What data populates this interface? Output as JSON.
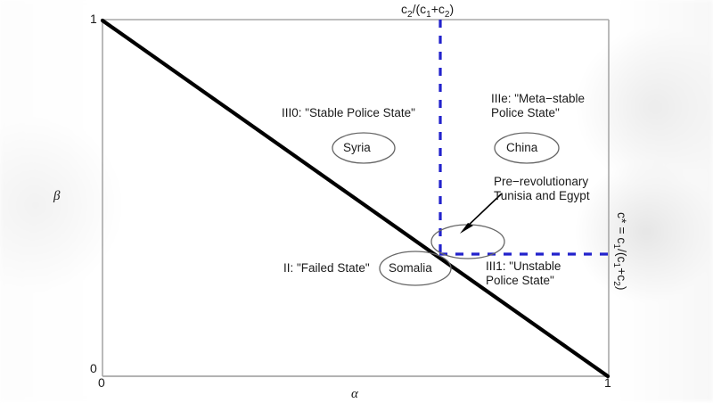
{
  "figure": {
    "type": "phase-diagram",
    "axes": {
      "x_label": "α",
      "y_label": "β",
      "x_ticks": [
        "0",
        "1"
      ],
      "y_ticks": [
        "0",
        "1"
      ],
      "x_range": [
        0,
        1
      ],
      "y_range": [
        0,
        1
      ]
    },
    "top_annotation": {
      "base1": "c",
      "sub1": "2",
      "mid": "/(c",
      "sub2": "1",
      "plus": "+c",
      "sub3": "2",
      "close": ")",
      "plain": "c2/(c1+c2)"
    },
    "right_annotation": {
      "plain": "c* = c1/(c1+c2)",
      "p1": "c* = c",
      "s1": "1",
      "p2": "/(c",
      "s2": "1",
      "p3": "+c",
      "s3": "2",
      "p4": ")"
    },
    "regions": [
      {
        "id": "III0",
        "label": "III0: \"Stable Police State\""
      },
      {
        "id": "IIIe",
        "line1": "IIIe: \"Meta−stable",
        "line2": "Police State\""
      },
      {
        "id": "II",
        "label": "II: \"Failed State\""
      },
      {
        "id": "III1",
        "line1": "III1: \"Unstable",
        "line2": "Police State\""
      }
    ],
    "ellipses": [
      {
        "name": "syria",
        "label": "Syria"
      },
      {
        "name": "china",
        "label": "China"
      },
      {
        "name": "somalia",
        "label": "Somalia"
      },
      {
        "name": "tunisia-egypt",
        "label": ""
      }
    ],
    "callout": {
      "line1": "Pre−revolutionary",
      "line2": "Tunisia and Egypt"
    },
    "colors": {
      "dashed_line": "#2222cc",
      "boundary_line": "#000000",
      "axis": "#9a9a9a",
      "text": "#1a1a1a",
      "ellipse_stroke": "#555555"
    }
  },
  "chart_data": {
    "type": "line",
    "title": "",
    "xlabel": "α",
    "ylabel": "β",
    "xlim": [
      0,
      1
    ],
    "ylim": [
      0,
      1
    ],
    "grid": false,
    "legend": "none",
    "series": [
      {
        "name": "alpha + beta = 1 (state-failure boundary)",
        "style": "solid-black",
        "x": [
          0,
          1
        ],
        "y": [
          1,
          0
        ]
      },
      {
        "name": "c2/(c1+c2) vertical threshold",
        "style": "dashed-blue-vertical",
        "x": [
          0.668,
          0.668
        ],
        "y": [
          0,
          1
        ]
      },
      {
        "name": "c* = c1/(c1+c2) horizontal threshold",
        "style": "dashed-blue-horizontal",
        "x": [
          0.668,
          1
        ],
        "y": [
          0.342,
          0.342
        ]
      }
    ],
    "annotations": [
      {
        "text": "III0: \"Stable Police State\"",
        "x": 0.44,
        "y": 0.745
      },
      {
        "text": "IIIe: \"Meta−stable Police State\"",
        "x": 0.86,
        "y": 0.755
      },
      {
        "text": "II: \"Failed State\"",
        "x": 0.41,
        "y": 0.295
      },
      {
        "text": "III1: \"Unstable Police State\"",
        "x": 0.83,
        "y": 0.285
      },
      {
        "text": "Pre−revolutionary Tunisia and Egypt",
        "x": 0.86,
        "y": 0.5
      },
      {
        "text": "Syria",
        "x": 0.515,
        "y": 0.64
      },
      {
        "text": "China",
        "x": 0.84,
        "y": 0.645
      },
      {
        "text": "Somalia",
        "x": 0.6,
        "y": 0.265
      },
      {
        "text": "",
        "x": 0.725,
        "y": 0.38
      }
    ]
  }
}
